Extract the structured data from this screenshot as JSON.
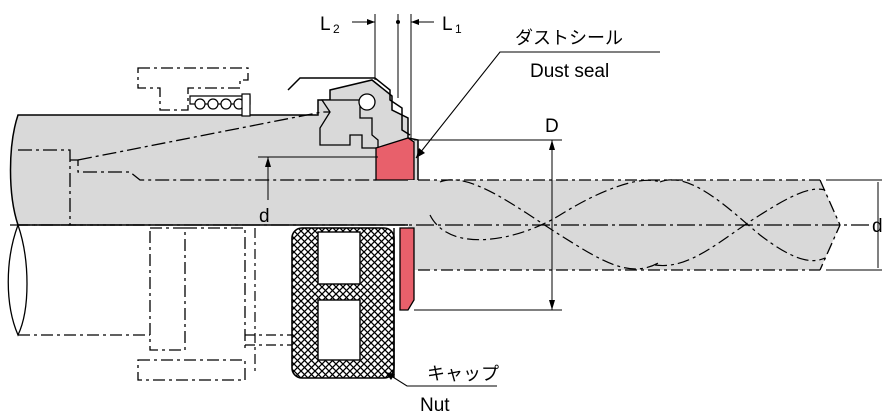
{
  "labels": {
    "L2": "L",
    "L2_sub": "2",
    "L1": "L",
    "L1_sub": "1",
    "dust_seal_jp": "ダストシール",
    "dust_seal_en": "Dust seal",
    "D": "D",
    "d": "d",
    "d_right": "d",
    "nut_jp": "キャップ",
    "nut_en": "Nut"
  },
  "colors": {
    "body_fill": "#d9d9d9",
    "seal_fill": "#e8606b",
    "line": "#000000",
    "hatch": "#000000"
  }
}
